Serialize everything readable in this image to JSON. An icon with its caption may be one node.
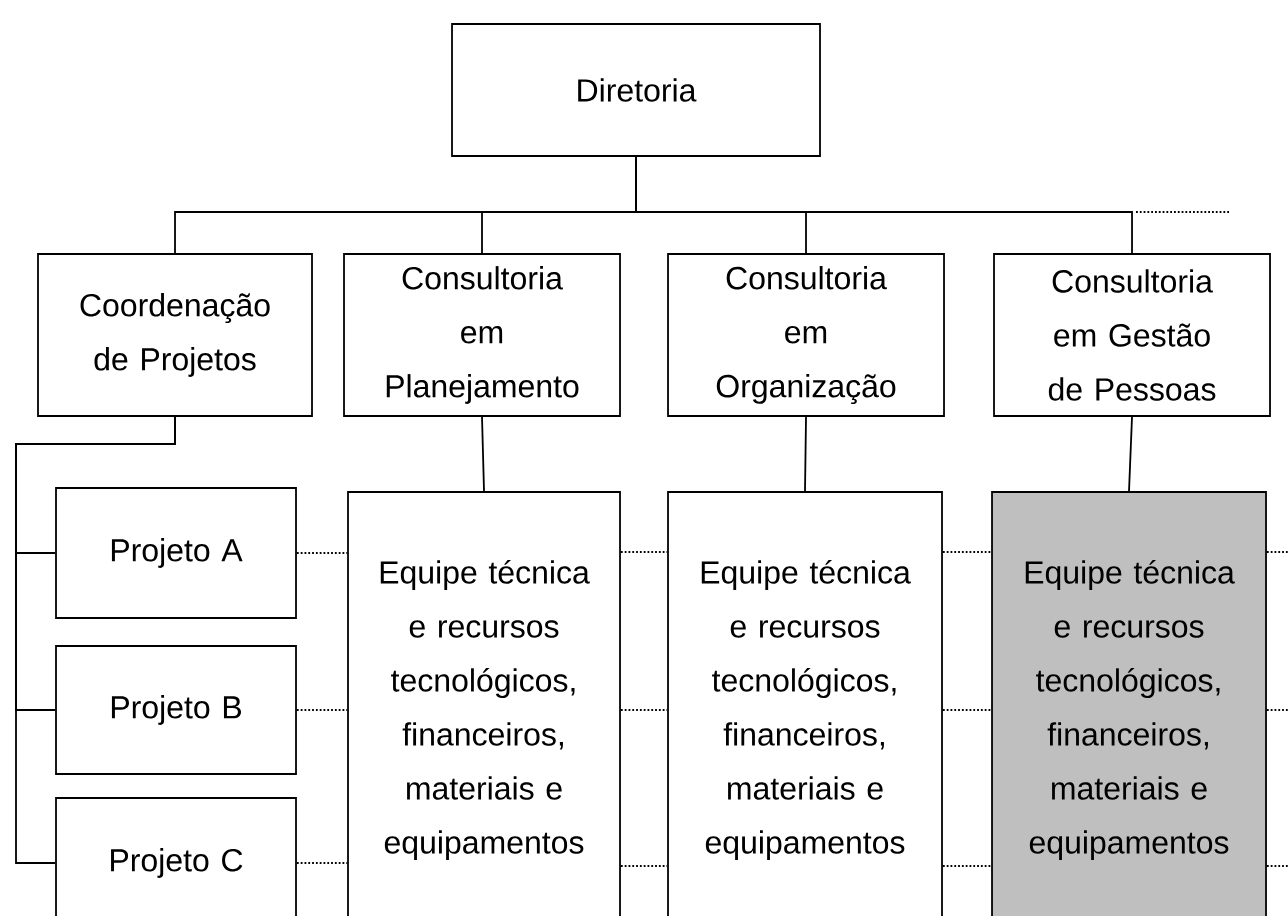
{
  "diagram": {
    "nodes": [
      {
        "text": [
          "Diretoria"
        ]
      },
      {
        "text": [
          "Coordenação de Projetos"
        ]
      },
      {
        "text": [
          "Consultoria em Planejamento"
        ]
      },
      {
        "text": [
          "Consultoria em Organização"
        ]
      },
      {
        "text": [
          "Consultoria em Gestão de Pessoas"
        ]
      },
      {
        "text": [
          "Projeto A"
        ]
      },
      {
        "text": [
          "Projeto B"
        ]
      },
      {
        "text": [
          "Projeto C"
        ]
      },
      {
        "text": [
          "Equipe técnica e recursos tecnológicos, financeiros, materiais e equipamentos"
        ]
      },
      {
        "text": [
          "Equipe técnica e recursos tecnológicos, financeiros, materiais e equipamentos"
        ]
      },
      {
        "text": [
          "Equipe técnica e recursos tecnológicos, financeiros, materiais e equipamentos"
        ]
      }
    ],
    "edges": [
      {
        "from": 0,
        "to": 1,
        "arrow": "none"
      },
      {
        "from": 0,
        "to": 2,
        "arrow": "none"
      },
      {
        "from": 0,
        "to": 3,
        "arrow": "none"
      },
      {
        "from": 0,
        "to": 4,
        "arrow": "none"
      },
      {
        "from": 1,
        "to": 5,
        "arrow": "none"
      },
      {
        "from": 1,
        "to": 6,
        "arrow": "none"
      },
      {
        "from": 1,
        "to": 7,
        "arrow": "none"
      },
      {
        "from": 2,
        "to": 8,
        "arrow": "none"
      },
      {
        "from": 3,
        "to": 9,
        "arrow": "none"
      },
      {
        "from": 4,
        "to": 10,
        "arrow": "none"
      },
      {
        "from": 5,
        "to": 8,
        "arrow": "none",
        "style": "dashed"
      },
      {
        "from": 6,
        "to": 8,
        "arrow": "none",
        "style": "dashed"
      },
      {
        "from": 7,
        "to": 8,
        "arrow": "none",
        "style": "dashed"
      },
      {
        "from": 8,
        "to": 9,
        "arrow": "none",
        "style": "dashed"
      },
      {
        "from": 8,
        "to": 9,
        "arrow": "none",
        "style": "dashed"
      },
      {
        "from": 8,
        "to": 9,
        "arrow": "none",
        "style": "dashed"
      },
      {
        "from": 9,
        "to": 10,
        "arrow": "none",
        "style": "dashed"
      },
      {
        "from": 9,
        "to": 10,
        "arrow": "none",
        "style": "dashed"
      },
      {
        "from": 9,
        "to": 10,
        "arrow": "none",
        "style": "dashed"
      },
      {
        "from": 10,
        "to": null,
        "arrow": "none",
        "style": "dashed"
      },
      {
        "from": 10,
        "to": null,
        "arrow": "none",
        "style": "dashed"
      },
      {
        "from": 10,
        "to": null,
        "arrow": "none",
        "style": "dashed"
      }
    ]
  }
}
